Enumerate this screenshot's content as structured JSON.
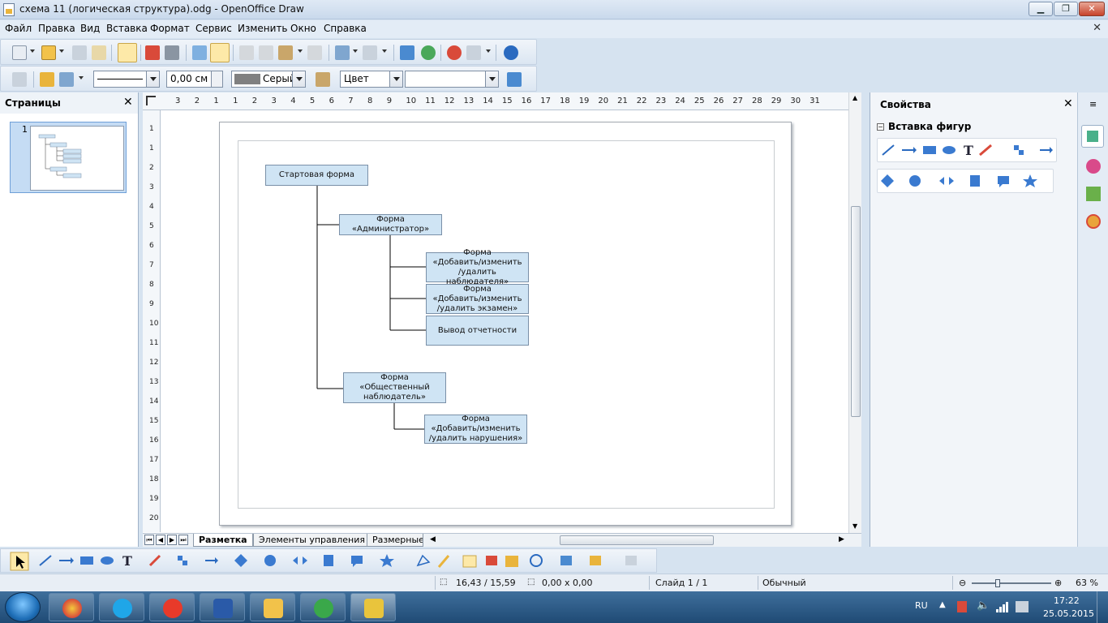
{
  "window": {
    "title": "схема 11 (логическая структура).odg - OpenOffice Draw",
    "minimize": "▁",
    "maximize": "❐",
    "close": "✕"
  },
  "menu": {
    "items": [
      "Файл",
      "Правка",
      "Вид",
      "Вставка",
      "Формат",
      "Сервис",
      "Изменить",
      "Окно",
      "Справка"
    ],
    "close_doc": "✕"
  },
  "toolbar2": {
    "line_width": "0,00 см",
    "line_color": "Серый",
    "area_style": "Цвет",
    "area_value": ""
  },
  "pages_panel": {
    "title": "Страницы",
    "close": "✕",
    "page_number": "1"
  },
  "ruler": {
    "h_labels": [
      "3",
      "2",
      "1",
      "1",
      "2",
      "3",
      "4",
      "5",
      "6",
      "7",
      "8",
      "9",
      "10",
      "11",
      "12",
      "13",
      "14",
      "15",
      "16",
      "17",
      "18",
      "19",
      "20",
      "21",
      "22",
      "23",
      "24",
      "25",
      "26",
      "27",
      "28",
      "29",
      "30",
      "31"
    ],
    "v_labels": [
      "1",
      "1",
      "2",
      "3",
      "4",
      "5",
      "6",
      "7",
      "8",
      "9",
      "10",
      "11",
      "12",
      "13",
      "14",
      "15",
      "16",
      "17",
      "18",
      "19",
      "20"
    ]
  },
  "diagram": {
    "nodes": [
      {
        "id": "start",
        "text": "Стартовая форма"
      },
      {
        "id": "admin",
        "text": "Форма\n«Администратор»"
      },
      {
        "id": "observer",
        "text": "Форма\n«Добавить/изменить\n/удалить наблюдателя»"
      },
      {
        "id": "exam",
        "text": "Форма\n«Добавить/изменить\n/удалить экзамен»"
      },
      {
        "id": "report",
        "text": "Вывод отчетности"
      },
      {
        "id": "public",
        "text": "Форма\n«Общественный\nнаблюдатель»"
      },
      {
        "id": "violation",
        "text": "Форма\n«Добавить/изменить\n/удалить нарушения»"
      }
    ]
  },
  "tabs": {
    "items": [
      "Разметка",
      "Элементы управления",
      "Размерные"
    ]
  },
  "sidebar": {
    "title": "Свойства",
    "close": "✕",
    "section": "Вставка фигур",
    "toggle": "−"
  },
  "status": {
    "position": "16,43 / 15,59",
    "size": "0,00 x 0,00",
    "slide": "Слайд 1 / 1",
    "layout": "Обычный",
    "zoom": "63 %",
    "zoom_level": 0.63
  },
  "taskbar": {
    "lang": "RU",
    "time": "17:22",
    "date": "25.05.2015"
  },
  "colors": {
    "node_fill": "#cfe4f4",
    "node_border": "#7a90a8",
    "accent": "#1f4a74"
  }
}
